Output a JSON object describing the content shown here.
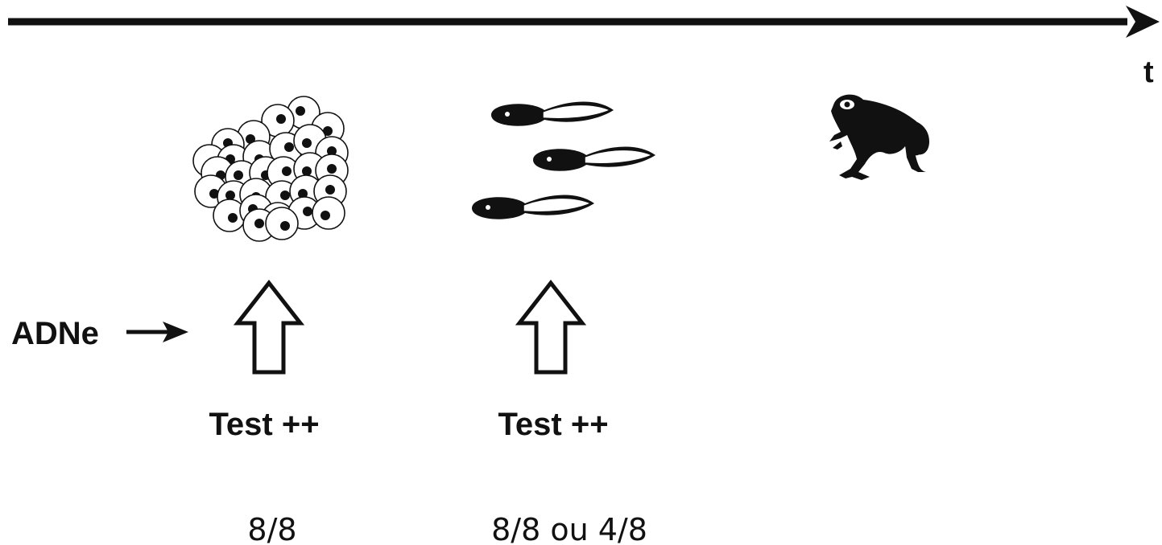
{
  "timeline": {
    "axis_label": "t"
  },
  "stages": [
    {
      "name": "eggs",
      "icon": "frog-eggs-icon",
      "test_label": "Test ++",
      "result": "8/8"
    },
    {
      "name": "tadpoles",
      "icon": "tadpoles-icon",
      "test_label": "Test ++",
      "result": "8/8 ou 4/8"
    },
    {
      "name": "adult",
      "icon": "frog-icon"
    }
  ],
  "edna_label": "ADNe",
  "colors": {
    "ink": "#111111",
    "background": "#ffffff"
  }
}
